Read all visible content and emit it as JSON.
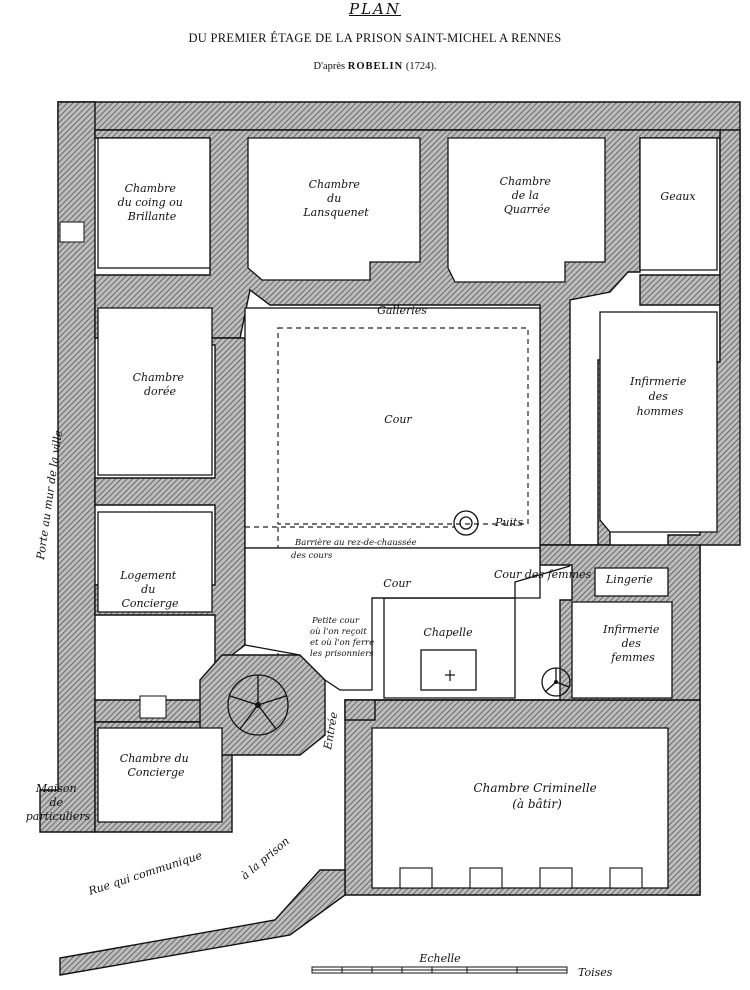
{
  "header": {
    "title": "PLAN",
    "subtitle": "DU PREMIER ÉTAGE DE LA PRISON SAINT-MICHEL A RENNES",
    "credit_prefix": "D'après",
    "credit_author": "ROBELIN",
    "credit_year": "(1724)."
  },
  "rooms": {
    "chambre_coing": [
      "Chambre",
      "du coing ou",
      "Brillante"
    ],
    "chambre_lansquenet": [
      "Chambre",
      "du",
      "Lansquenet"
    ],
    "chambre_quarree": [
      "Chambre",
      "de la",
      "Quarrée"
    ],
    "geaux": "Geaux",
    "chambre_doree": [
      "Chambre",
      "dorée"
    ],
    "infirmerie_hommes": [
      "Infirmerie",
      "des",
      "hommes"
    ],
    "logement_concierge": [
      "Logement",
      "du",
      "Concierge"
    ],
    "chapelle": "Chapelle",
    "lingerie": "Lingerie",
    "infirmerie_femmes": [
      "Infirmerie",
      "des",
      "femmes"
    ],
    "chambre_du_concierge": [
      "Chambre du",
      "Concierge"
    ],
    "chambre_criminelle": [
      "Chambre Criminelle",
      "(à bâtir)"
    ],
    "maison_particuliers": [
      "Maison",
      "de",
      "particuliers"
    ]
  },
  "labels": {
    "galleries": "Galleries",
    "cour": "Cour",
    "puits": "Puits",
    "barriere": [
      "Barrière au rez-de-chaussée",
      "des cours"
    ],
    "cour_small": "Cour",
    "cour_des_femmes": "Cour des femmes",
    "petite_cour": [
      "Petite cour",
      "où l'on reçoit",
      "et où l'on ferre",
      "les prisonniers"
    ],
    "entree": "Entrée",
    "porte_mur": "Porte au mur de la ville",
    "rue": "Rue qui communique",
    "rue_suite": "à la prison"
  },
  "scale": {
    "label": "Echelle",
    "unit": "Toises"
  }
}
